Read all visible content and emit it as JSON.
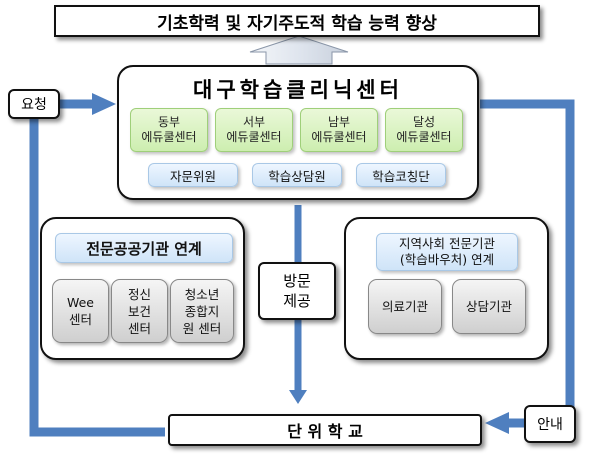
{
  "top_goal": "기초학력 및 자기주도적 학습 능력 향상",
  "clinic": {
    "title": "대구학습클리닉센터",
    "centers": [
      "동부\n에듀쿨센터",
      "서부\n에듀쿨센터",
      "남부\n에듀쿨센터",
      "달성\n에듀쿨센터"
    ],
    "staff": [
      "자문위원",
      "학습상담원",
      "학습코칭단"
    ]
  },
  "public_link": {
    "title": "전문공공기관 연계",
    "items": [
      "Wee\n센터",
      "정신\n보건\n센터",
      "청소년\n종합지\n원 센터"
    ]
  },
  "community_link": {
    "title": "지역사회 전문기관\n(학습바우처) 연계",
    "items": [
      "의료기관",
      "상담기관"
    ]
  },
  "visit_label": "방문\n제공",
  "request_label": "요청",
  "guide_label": "안내",
  "school": "단 위 학 교",
  "colors": {
    "arrow": "#4f7fbf",
    "arrow_dark": "#355f97"
  }
}
